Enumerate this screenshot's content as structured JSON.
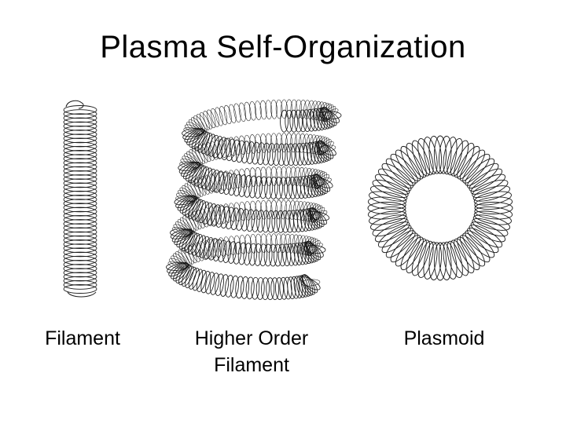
{
  "title": "Plasma Self-Organization",
  "captions": {
    "filament": "Filament",
    "higher_order_line1": "Higher Order",
    "higher_order_line2": "Filament",
    "plasmoid": "Plasmoid"
  },
  "colors": {
    "ink": "#1a1a1a",
    "background": "#ffffff"
  }
}
